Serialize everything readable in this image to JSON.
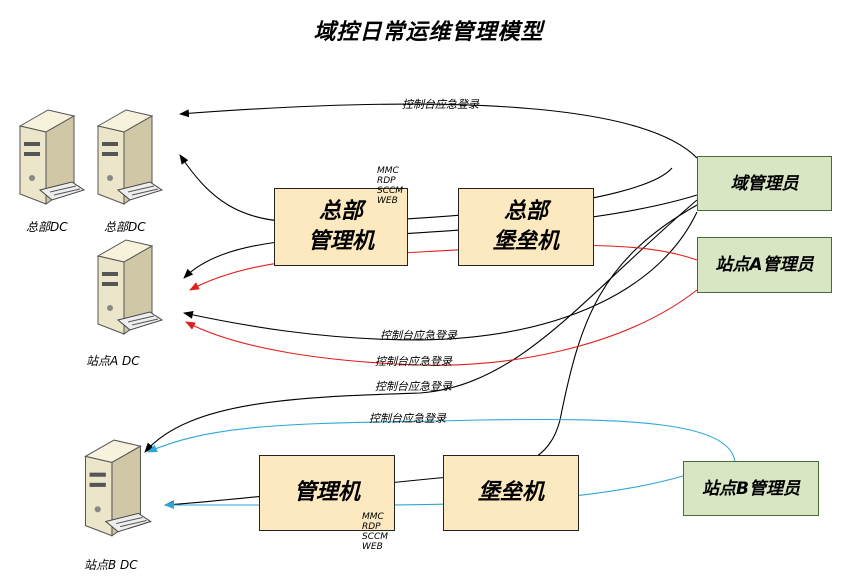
{
  "title": "域控日常运维管理模型",
  "servers": [
    {
      "id": "hq-dc-1",
      "label": "总部DC"
    },
    {
      "id": "hq-dc-2",
      "label": "总部DC"
    },
    {
      "id": "site-a-dc",
      "label": "站点A DC"
    },
    {
      "id": "site-b-dc",
      "label": "站点B DC"
    }
  ],
  "boxes": {
    "hq_mgmt": {
      "line1": "总部",
      "line2": "管理机"
    },
    "hq_bastion": {
      "line1": "总部",
      "line2": "堡垒机"
    },
    "mgmt": {
      "label": "管理机"
    },
    "bastion": {
      "label": "堡垒机"
    }
  },
  "roles": {
    "domain_admin": "域管理员",
    "site_a_admin": "站点A管理员",
    "site_b_admin": "站点B管理员"
  },
  "protocols": [
    "MMC",
    "RDP",
    "SCCM",
    "WEB"
  ],
  "edge_labels": {
    "console_top": "控制台应急登录",
    "console_a_black": "控制台应急登录",
    "console_a_red": "控制台应急登录",
    "console_b_black": "控制台应急登录",
    "console_b_blue": "控制台应急登录"
  },
  "colors": {
    "box_fill": "#fde9c0",
    "role_fill": "#d9e6c4",
    "red_path": "#e0201c",
    "blue_path": "#2ea6d8",
    "black_path": "#000000"
  }
}
